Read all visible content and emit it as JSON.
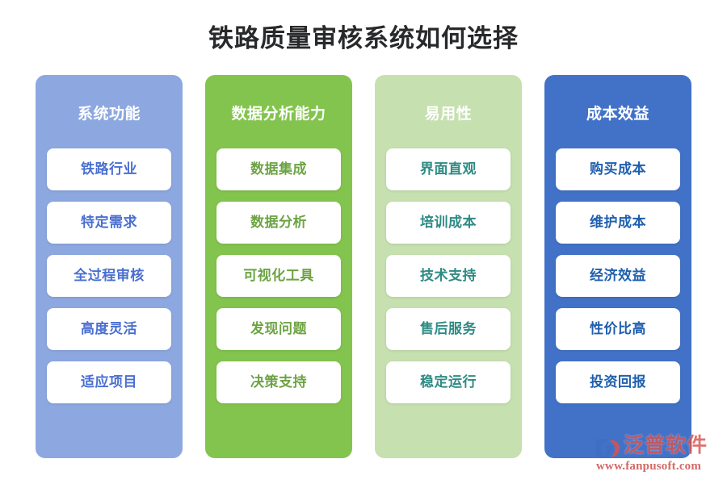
{
  "page": {
    "title": "铁路质量审核系统如何选择",
    "background_color": "#ffffff",
    "title_color": "#28292b"
  },
  "columns": [
    {
      "id": "system-function",
      "header": "系统功能",
      "panel_color": "#8da8e0",
      "card_text_color": "#4a6fd0",
      "cards": [
        {
          "label": "铁路行业"
        },
        {
          "label": "特定需求"
        },
        {
          "label": "全过程审核"
        },
        {
          "label": "高度灵活"
        },
        {
          "label": "适应项目"
        }
      ]
    },
    {
      "id": "data-analysis-capability",
      "header": "数据分析能力",
      "panel_color": "#83c44e",
      "card_text_color": "#6da344",
      "cards": [
        {
          "label": "数据集成"
        },
        {
          "label": "数据分析"
        },
        {
          "label": "可视化工具"
        },
        {
          "label": "发现问题"
        },
        {
          "label": "决策支持"
        }
      ]
    },
    {
      "id": "ease-of-use",
      "header": "易用性",
      "panel_color": "#c6e0b0",
      "card_text_color": "#2e8b84",
      "cards": [
        {
          "label": "界面直观"
        },
        {
          "label": "培训成本"
        },
        {
          "label": "技术支持"
        },
        {
          "label": "售后服务"
        },
        {
          "label": "稳定运行"
        }
      ]
    },
    {
      "id": "cost-benefit",
      "header": "成本效益",
      "panel_color": "#4272c8",
      "card_text_color": "#1f5fae",
      "cards": [
        {
          "label": "购买成本"
        },
        {
          "label": "维护成本"
        },
        {
          "label": "经济效益"
        },
        {
          "label": "性价比高"
        },
        {
          "label": "投资回报"
        }
      ]
    }
  ],
  "watermark": {
    "brand": "泛普软件",
    "url": "www.fanpusoft.com",
    "brand_color": "#d9534f",
    "mark_color_blue": "#3f6fc4",
    "mark_color_red": "#d9534f"
  }
}
